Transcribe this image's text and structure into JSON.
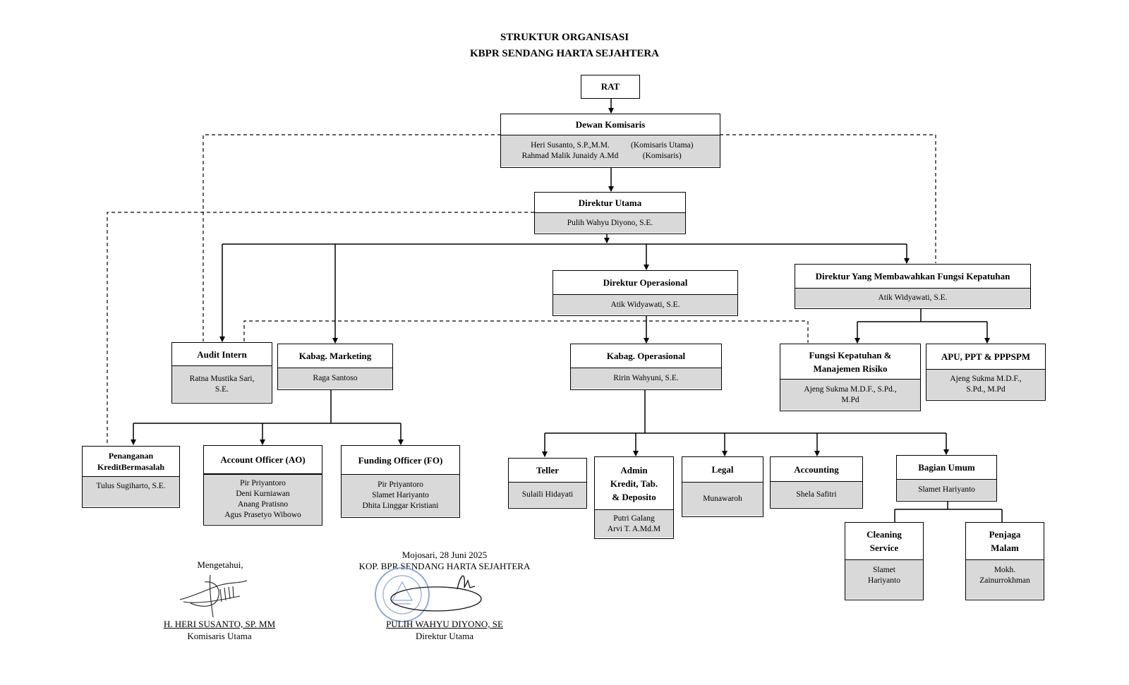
{
  "title": {
    "line1": "STRUKTUR ORGANISASI",
    "line2": "KBPR SENDANG HARTA SEJAHTERA"
  },
  "rat": "RAT",
  "komisaris": {
    "title": "Dewan Komisaris",
    "members": [
      {
        "name": "Heri Susanto, S.P.,M.M.",
        "role": "(Komisaris Utama)"
      },
      {
        "name": "Rahmad Malik Junaidy A.Md",
        "role": "(Komisaris)"
      }
    ]
  },
  "dirut": {
    "title": "Direktur Utama",
    "name": "Pulih Wahyu Diyono, S.E."
  },
  "dirops": {
    "title": "Direktur Operasional",
    "name": "Atik Widyawati, S.E."
  },
  "dirkep": {
    "title": "Direktur Yang Membawahkan Fungsi Kepatuhan",
    "name": "Atik Widyawati, S.E."
  },
  "audit": {
    "title": "Audit Intern",
    "name1": "Ratna Mustika Sari,",
    "name2": "S.E."
  },
  "marketing": {
    "title": "Kabag. Marketing",
    "name": "Raga Santoso"
  },
  "kabops": {
    "title": "Kabag. Operasional",
    "name": "Ririn Wahyuni, S.E."
  },
  "fungsi": {
    "title1": "Fungsi Kepatuhan &",
    "title2": "Manajemen Risiko",
    "name1": "Ajeng Sukma M.D.F., S.Pd.,",
    "name2": "M.Pd"
  },
  "apu": {
    "title": "APU, PPT & PPPSPM",
    "name1": "Ajeng Sukma M.D.F.,",
    "name2": "S.Pd., M.Pd"
  },
  "penanganan": {
    "title1": "Penanganan",
    "title2": "KreditBermasalah",
    "name": "Tulus Sugiharto, S.E."
  },
  "ao": {
    "title": "Account Officer (AO)",
    "members": [
      "Pir Priyantoro",
      "Deni Kurniawan",
      "Anang Pratisno",
      "Agus Prasetyo Wibowo"
    ]
  },
  "fo": {
    "title": "Funding Officer (FO)",
    "members": [
      "Pir Priyantoro",
      "Slamet Hariyanto",
      "Dhita Linggar Kristiani"
    ]
  },
  "teller": {
    "title": "Teller",
    "name": "Sulaili Hidayati"
  },
  "admin": {
    "title1": "Admin",
    "title2": "Kredit, Tab.",
    "title3": "& Deposito",
    "name1": "Putri Galang",
    "name2": "Arvi T. A.Md.M"
  },
  "legal": {
    "title": "Legal",
    "name": "Munawaroh"
  },
  "accounting": {
    "title": "Accounting",
    "name": "Shela Safitri"
  },
  "umum": {
    "title": "Bagian Umum",
    "name": "Slamet Hariyanto"
  },
  "cleaning": {
    "title1": "Cleaning",
    "title2": "Service",
    "name1": "Slamet",
    "name2": "Hariyanto"
  },
  "penjaga": {
    "title1": "Penjaga",
    "title2": "Malam",
    "name1": "Mokh.",
    "name2": "Zainurrokhman"
  },
  "sign_left": {
    "label": "Mengetahui,",
    "name": "H. HERI SUSANTO, SP. MM",
    "role": "Komisaris Utama"
  },
  "sign_right": {
    "place_date": "Mojosari, 28 Juni 2025",
    "org": "KOP. BPR SENDANG HARTA SEJAHTERA",
    "name": "PULIH WAHYU DIYONO, SE",
    "role": "Direktur Utama"
  }
}
